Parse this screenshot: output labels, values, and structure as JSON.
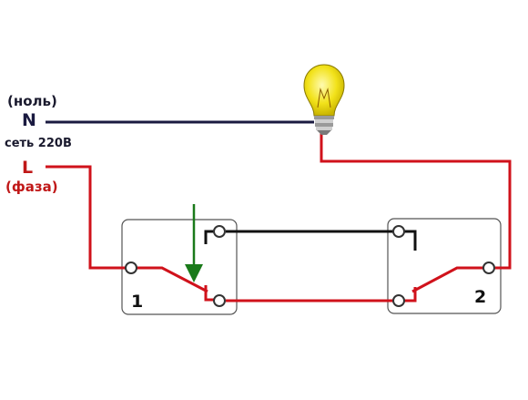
{
  "labels": {
    "neutral_note": "(ноль)",
    "neutral_letter": "N",
    "mains": "сеть 220В",
    "phase_letter": "L",
    "phase_note": "(фаза)",
    "switch_1": "1",
    "switch_2": "2"
  },
  "colors": {
    "phase_wire": "#d0121b",
    "neutral_wire": "#1a1a40",
    "traveler_wire": "#111111",
    "arrow": "#1a7a1a",
    "bulb": "#f2e21a",
    "switch_box": "#555555"
  },
  "icons": {
    "lamp": "light-bulb-icon",
    "indicator": "down-arrow-icon"
  }
}
